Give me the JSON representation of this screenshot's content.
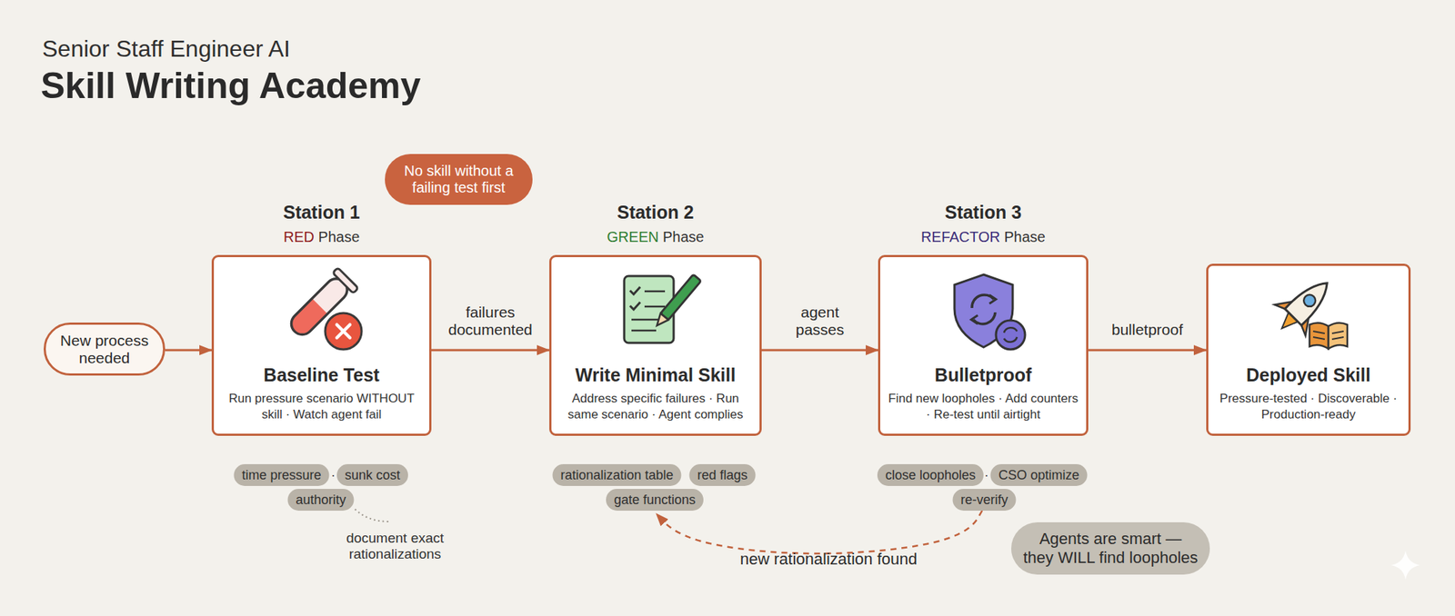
{
  "diagram": {
    "title": "Skill Writing Academy",
    "nodes": [
      {
        "text": [
          "New process needed"
        ]
      },
      {
        "text": [
          "No skill without a failing test first"
        ]
      },
      {
        "text": [
          "Station 1",
          "RED Phase",
          "Baseline Test",
          "Run pressure scenario WITHOUT skill · Watch agent fail"
        ]
      },
      {
        "text": [
          "Station 2",
          "GREEN Phase",
          "Write Minimal Skill",
          "Address specific failures · Run same scenario · Agent complies"
        ]
      },
      {
        "text": [
          "Station 3",
          "REFACTOR Phase",
          "Bulletproof",
          "Find new loopholes · Add counters · Re-test until airtight"
        ]
      },
      {
        "text": [
          "Deployed Skill",
          "Pressure-tested · Discoverable · Production-ready"
        ]
      },
      {
        "text": [
          "time pressure"
        ]
      },
      {
        "text": [
          "sunk cost"
        ]
      },
      {
        "text": [
          "authority"
        ]
      },
      {
        "text": [
          "rationalization table"
        ]
      },
      {
        "text": [
          "red flags"
        ]
      },
      {
        "text": [
          "gate functions"
        ]
      },
      {
        "text": [
          "close loopholes"
        ]
      },
      {
        "text": [
          "CSO optimize"
        ]
      },
      {
        "text": [
          "re-verify"
        ]
      },
      {
        "text": [
          "Agents are smart — they WILL find loopholes"
        ]
      }
    ],
    "edges": [
      {
        "from": 0,
        "to": 2,
        "arrow": "to"
      },
      {
        "from": 2,
        "to": 3,
        "label": "failures documented",
        "arrow": "to"
      },
      {
        "from": 3,
        "to": 4,
        "label": "agent passes",
        "arrow": "to"
      },
      {
        "from": 4,
        "to": 5,
        "label": "bulletproof",
        "arrow": "to"
      },
      {
        "from": 14,
        "to": 11,
        "label": "new rationalization found",
        "arrow": "to"
      }
    ],
    "labels": [
      "Senior Staff Engineer AI",
      "·",
      "·",
      "document exact rationalizations"
    ]
  }
}
